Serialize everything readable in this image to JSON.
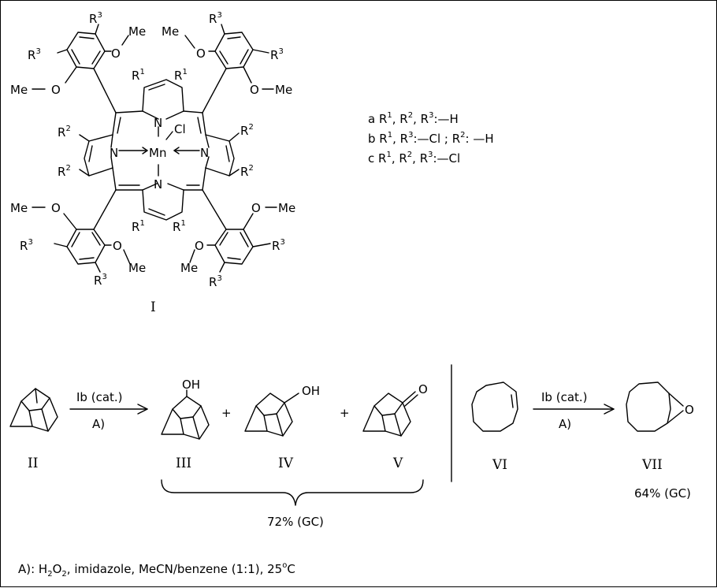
{
  "porphyrin": {
    "me": "Me",
    "r1": "R",
    "r1_sup": "1",
    "r2": "R",
    "r2_sup": "2",
    "r3": "R",
    "r3_sup": "3",
    "n": "N",
    "mn": "Mn",
    "cl": "Cl",
    "o": "O",
    "compound_label": "I"
  },
  "substituents": {
    "a": {
      "prefix": "a R",
      "s1": "1",
      "mid1": ", R",
      "s2": "2",
      "mid2": ", R",
      "s3": "3",
      "tail": ":—H"
    },
    "b": {
      "prefix": "b R",
      "s1": "1",
      "mid1": ", R",
      "s3": "3",
      "mid2": ":—Cl ; R",
      "s2": "2",
      "tail": ": —H"
    },
    "c": {
      "prefix": "c R",
      "s1": "1",
      "mid1": ", R",
      "s2": "2",
      "mid2": ", R",
      "s3": "3",
      "tail": ":—Cl"
    }
  },
  "reaction1": {
    "reagent": "Ib (cat.)",
    "condition": "A)",
    "plus": "+",
    "oh": "OH",
    "o": "O",
    "labels": {
      "ii": "II",
      "iii": "III",
      "iv": "IV",
      "v": "V"
    },
    "yield": "72% (GC)"
  },
  "reaction2": {
    "reagent": "Ib (cat.)",
    "condition": "A)",
    "o": "O",
    "labels": {
      "vi": "VI",
      "vii": "VII"
    },
    "yield": "64% (GC)"
  },
  "footnote": {
    "a": "A): H",
    "sub1": "2",
    "o": "O",
    "sub2": "2",
    "rest": ", imidazole,  MeCN/benzene (1:1),  25",
    "deg": "o",
    "c": "C"
  }
}
